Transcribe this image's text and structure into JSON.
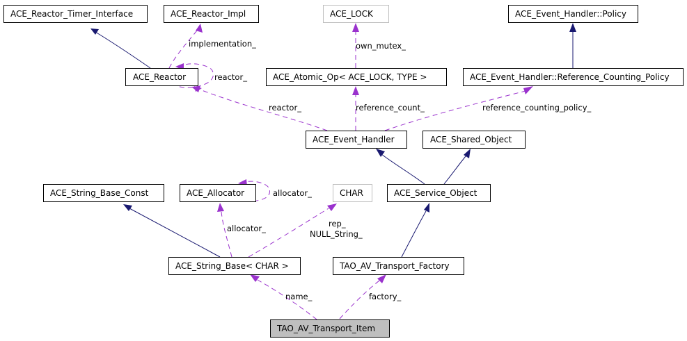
{
  "diagram": {
    "type": "collaboration-graph",
    "colors": {
      "inheritance_edge": "#191970",
      "member_edge": "#9a32cd",
      "focus_fill": "#bfbfbf",
      "ghost_border": "#bfbfbf"
    },
    "nodes": {
      "reactor_timer_interface": "ACE_Reactor_Timer_Interface",
      "reactor_impl": "ACE_Reactor_Impl",
      "ace_lock": "ACE_LOCK",
      "event_handler_policy": "ACE_Event_Handler::Policy",
      "reactor": "ACE_Reactor",
      "atomic_op": "ACE_Atomic_Op< ACE_LOCK, TYPE >",
      "reference_counting_policy": "ACE_Event_Handler::Reference_Counting_Policy",
      "event_handler": "ACE_Event_Handler",
      "shared_object": "ACE_Shared_Object",
      "string_base_const": "ACE_String_Base_Const",
      "allocator": "ACE_Allocator",
      "char": "CHAR",
      "service_object": "ACE_Service_Object",
      "string_base": "ACE_String_Base< CHAR >",
      "transport_factory": "TAO_AV_Transport_Factory",
      "transport_item": "TAO_AV_Transport_Item"
    },
    "edge_labels": {
      "implementation": "implementation_",
      "reactor_self": "reactor_",
      "own_mutex": "own_mutex_",
      "reactor": "reactor_",
      "reference_count": "reference_count_",
      "reference_counting_policy": "reference_counting_policy_",
      "allocator_self": "allocator_",
      "allocator": "allocator_",
      "rep": "rep_",
      "null_string": "NULL_String_",
      "name": "name_",
      "factory": "factory_"
    },
    "edges": [
      {
        "from": "reactor",
        "to": "reactor_timer_interface",
        "kind": "inheritance"
      },
      {
        "from": "reactor",
        "to": "reactor_impl",
        "kind": "member",
        "label": "implementation_"
      },
      {
        "from": "reactor",
        "to": "reactor",
        "kind": "member",
        "label": "reactor_"
      },
      {
        "from": "atomic_op",
        "to": "ace_lock",
        "kind": "member",
        "label": "own_mutex_"
      },
      {
        "from": "reference_counting_policy",
        "to": "event_handler_policy",
        "kind": "inheritance"
      },
      {
        "from": "event_handler",
        "to": "reactor",
        "kind": "member",
        "label": "reactor_"
      },
      {
        "from": "event_handler",
        "to": "atomic_op",
        "kind": "member",
        "label": "reference_count_"
      },
      {
        "from": "event_handler",
        "to": "reference_counting_policy",
        "kind": "member",
        "label": "reference_counting_policy_"
      },
      {
        "from": "service_object",
        "to": "event_handler",
        "kind": "inheritance"
      },
      {
        "from": "service_object",
        "to": "shared_object",
        "kind": "inheritance"
      },
      {
        "from": "allocator",
        "to": "allocator",
        "kind": "member",
        "label": "allocator_"
      },
      {
        "from": "string_base",
        "to": "string_base_const",
        "kind": "inheritance"
      },
      {
        "from": "string_base",
        "to": "allocator",
        "kind": "member",
        "label": "allocator_"
      },
      {
        "from": "string_base",
        "to": "char",
        "kind": "member",
        "label": "rep_ / NULL_String_"
      },
      {
        "from": "transport_factory",
        "to": "service_object",
        "kind": "inheritance"
      },
      {
        "from": "transport_item",
        "to": "string_base",
        "kind": "member",
        "label": "name_"
      },
      {
        "from": "transport_item",
        "to": "transport_factory",
        "kind": "member",
        "label": "factory_"
      }
    ]
  }
}
